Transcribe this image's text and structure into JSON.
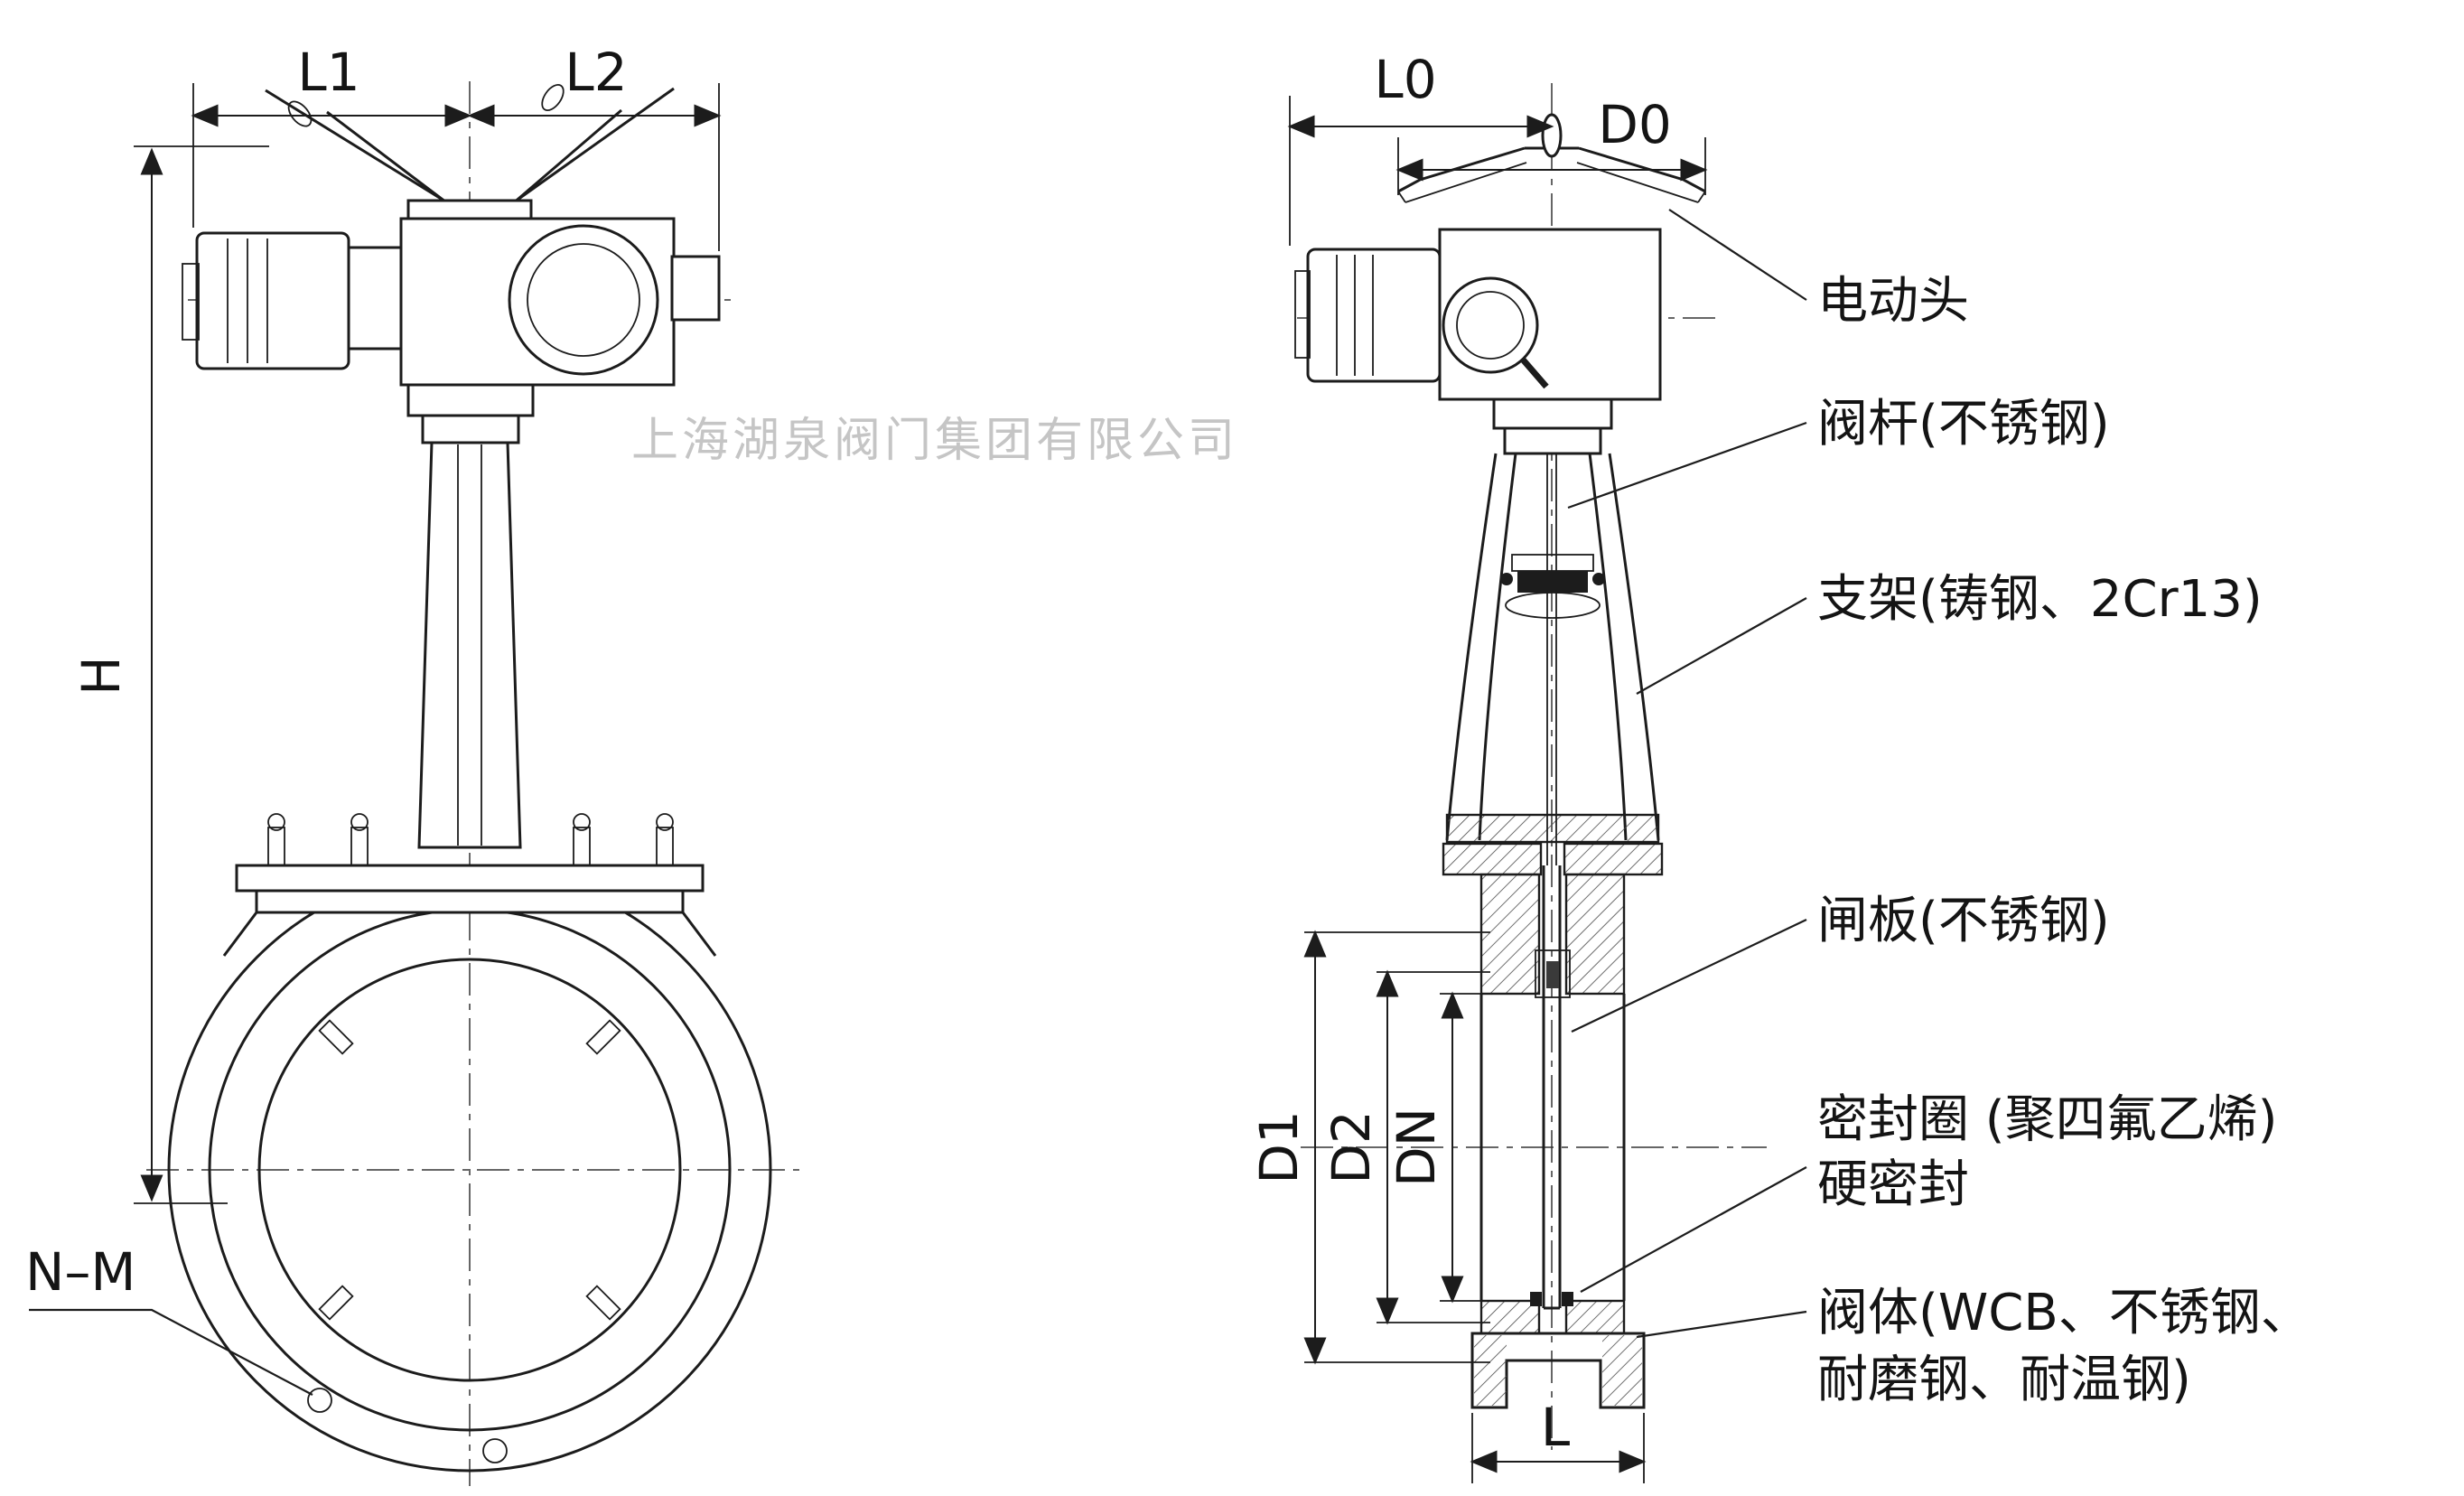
{
  "watermark": "上海湖泉阀门集团有限公司",
  "front_view": {
    "dim_l1": "L1",
    "dim_l2": "L2",
    "dim_h": "H",
    "dim_nm": "N–M"
  },
  "side_view": {
    "dim_l0": "L0",
    "dim_d0": "D0",
    "dim_d1": "D1",
    "dim_d2": "D2",
    "dim_dn": "DN",
    "dim_l": "L"
  },
  "part_labels": {
    "actuator": "电动头",
    "stem": "阀杆(不锈钢)",
    "bracket": "支架(铸钢、2Cr13)",
    "gate": "闸板(不锈钢)",
    "seal_line1": "密封圈 (聚四氟乙烯)",
    "seal_line2": "硬密封",
    "body_line1": "阀体(WCB、不锈钢、",
    "body_line2": "耐磨钢、耐温钢)"
  },
  "colors": {
    "line": "#1c1c1c",
    "watermark": "#c5c5c5",
    "background": "#ffffff"
  }
}
